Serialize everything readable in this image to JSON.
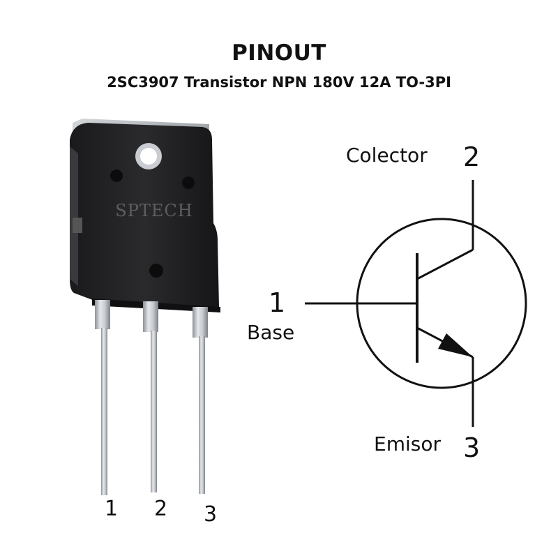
{
  "header": {
    "title": "PINOUT",
    "subtitle": "2SC3907 Transistor NPN 180V 12A TO-3PI"
  },
  "package": {
    "marking": "SPTECH",
    "leg_numbers": [
      "1",
      "2",
      "3"
    ]
  },
  "symbol": {
    "collector": {
      "label": "Colector",
      "number": "2"
    },
    "base": {
      "label": "Base",
      "number": "1"
    },
    "emitter": {
      "label": "Emisor",
      "number": "3"
    }
  }
}
